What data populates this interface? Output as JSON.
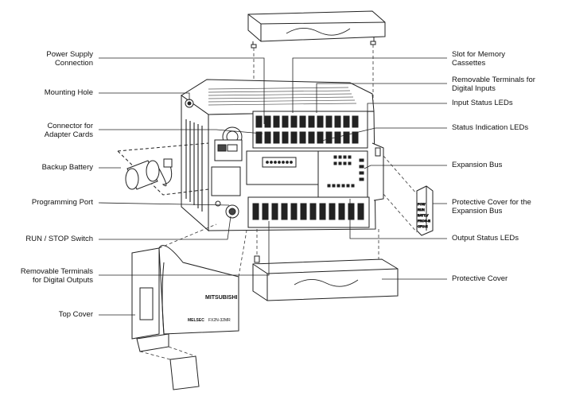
{
  "labels_left": [
    {
      "id": "power-supply-connection",
      "lines": [
        "Power Supply",
        "Connection"
      ]
    },
    {
      "id": "mounting-hole",
      "lines": [
        "Mounting Hole"
      ]
    },
    {
      "id": "connector-adapter-cards",
      "lines": [
        "Connector for",
        "Adapter Cards"
      ]
    },
    {
      "id": "backup-battery",
      "lines": [
        "Backup Battery"
      ]
    },
    {
      "id": "programming-port",
      "lines": [
        "Programming Port"
      ]
    },
    {
      "id": "run-stop-switch",
      "lines": [
        "RUN / STOP Switch"
      ]
    },
    {
      "id": "removable-terminals-outputs",
      "lines": [
        "Removable Terminals",
        "for Digital Outputs"
      ]
    },
    {
      "id": "top-cover",
      "lines": [
        "Top Cover"
      ]
    }
  ],
  "labels_right": [
    {
      "id": "slot-memory-cassettes",
      "lines": [
        "Slot for Memory",
        "Cassettes"
      ]
    },
    {
      "id": "removable-terminals-inputs",
      "lines": [
        "Removable Terminals for",
        "Digital Inputs"
      ]
    },
    {
      "id": "input-status-leds",
      "lines": [
        "Input Status LEDs"
      ]
    },
    {
      "id": "status-indication-leds",
      "lines": [
        "Status Indication LEDs"
      ]
    },
    {
      "id": "expansion-bus",
      "lines": [
        "Expansion Bus"
      ]
    },
    {
      "id": "protective-cover-expansion-bus",
      "lines": [
        "Protective Cover for the",
        "Expansion Bus"
      ]
    },
    {
      "id": "output-status-leds",
      "lines": [
        "Output Status LEDs"
      ]
    },
    {
      "id": "protective-cover",
      "lines": [
        "Protective Cover"
      ]
    }
  ],
  "device": {
    "brand": "MITSUBISHI",
    "series_mark": "MELSEC",
    "model": "FX2N-32MR",
    "cover_leds": [
      "POW",
      "RUN",
      "BATT.V",
      "PROG-E",
      "CPU-E"
    ]
  }
}
